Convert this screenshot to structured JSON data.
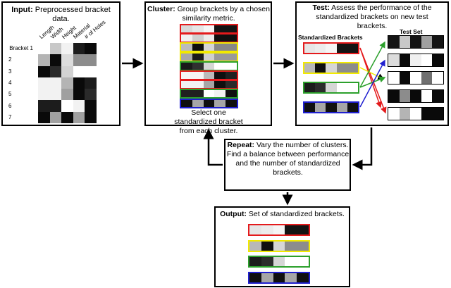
{
  "input": {
    "title": "Input:",
    "text": "Preprocessed bracket data.",
    "columns": [
      "Length",
      "Width",
      "Height",
      "Material",
      "# of Holes"
    ],
    "rows": [
      "Bracket 1",
      "2",
      "3",
      "4",
      "5",
      "6",
      "7"
    ],
    "matrix": [
      [
        "#ffffff",
        "#c8c8c8",
        "#f2f2f2",
        "#1c1c1c",
        "#0a0a0a"
      ],
      [
        "#b4b4b4",
        "#0a0a0a",
        "#dcdcdc",
        "#8c8c8c",
        "#8c8c8c"
      ],
      [
        "#0a0a0a",
        "#2a2a2a",
        "#d2d2d2",
        "#ffffff",
        "#ffffff"
      ],
      [
        "#f2f2f2",
        "#f2f2f2",
        "#b4b4b4",
        "#0a0a0a",
        "#1c1c1c"
      ],
      [
        "#f2f2f2",
        "#f2f2f2",
        "#a0a0a0",
        "#0a0a0a",
        "#2a2a2a"
      ],
      [
        "#1c1c1c",
        "#1c1c1c",
        "#ffffff",
        "#f2f2f2",
        "#0a0a0a"
      ],
      [
        "#0a0a0a",
        "#a0a0a0",
        "#0a0a0a",
        "#a0a0a0",
        "#0a0a0a"
      ]
    ]
  },
  "cluster": {
    "title": "Cluster:",
    "text": "Group brackets by a chosen similarity metric.",
    "footer": "Select one standardized bracket from each cluster.",
    "strips": [
      {
        "color": "#e41a1c",
        "cells": [
          "#d9d9d9",
          "#e6e6e6",
          "#f5f5f5",
          "#141414",
          "#141414"
        ]
      },
      {
        "color": "#e41a1c",
        "cells": [
          "#f0f0f0",
          "#d0d0d0",
          "#ececec",
          "#101010",
          "#101010"
        ]
      },
      {
        "color": "#f2ea00",
        "cells": [
          "#bcbcbc",
          "#0f0f0f",
          "#d6d6d6",
          "#888888",
          "#888888"
        ]
      },
      {
        "color": "#f2ea00",
        "cells": [
          "#a8a8a8",
          "#1a1a1a",
          "#cfcfcf",
          "#9a9a9a",
          "#9a9a9a"
        ]
      },
      {
        "color": "#2ca02c",
        "cells": [
          "#1a1a1a",
          "#303030",
          "#d6d6d6",
          "#ffffff",
          "#ffffff"
        ]
      },
      {
        "color": "#e41a1c",
        "cells": [
          "#f5f5f5",
          "#f5f5f5",
          "#bababa",
          "#0f0f0f",
          "#202020"
        ]
      },
      {
        "color": "#e41a1c",
        "cells": [
          "#f2f2f2",
          "#f2f2f2",
          "#a6a6a6",
          "#0f0f0f",
          "#2a2a2a"
        ]
      },
      {
        "color": "#2ca02c",
        "cells": [
          "#202020",
          "#202020",
          "#ffffff",
          "#f2f2f2",
          "#0f0f0f"
        ]
      },
      {
        "color": "#1f1fd0",
        "cells": [
          "#0f0f0f",
          "#a6a6a6",
          "#0f0f0f",
          "#a6a6a6",
          "#0f0f0f"
        ]
      }
    ]
  },
  "test": {
    "title": "Test:",
    "text": "Assess the performance of the standardized brackets on new test brackets.",
    "standardized_label": "Standardized Brackets",
    "testset_label": "Test Set",
    "standardized": [
      {
        "color": "#e41a1c",
        "cells": [
          "#e6e6e6",
          "#ececec",
          "#f5f5f5",
          "#141414",
          "#141414"
        ]
      },
      {
        "color": "#f2ea00",
        "cells": [
          "#b8b8b8",
          "#101010",
          "#d6d6d6",
          "#8c8c8c",
          "#8c8c8c"
        ]
      },
      {
        "color": "#2ca02c",
        "cells": [
          "#1c1c1c",
          "#2c2c2c",
          "#d6d6d6",
          "#ffffff",
          "#ffffff"
        ]
      },
      {
        "color": "#1f1fd0",
        "cells": [
          "#101010",
          "#a6a6a6",
          "#101010",
          "#a6a6a6",
          "#101010"
        ]
      }
    ],
    "testset": [
      [
        "#141414",
        "#c8c8c8",
        "#141414",
        "#a0a0a0",
        "#141414"
      ],
      [
        "#dcdcdc",
        "#0a0a0a",
        "#f0f0f0",
        "#ffffff",
        "#0a0a0a"
      ],
      [
        "#ffffff",
        "#0a0a0a",
        "#ffffff",
        "#707070",
        "#ffffff"
      ],
      [
        "#0a0a0a",
        "#8c8c8c",
        "#0a0a0a",
        "#ffffff",
        "#0a0a0a"
      ],
      [
        "#ffffff",
        "#b4b4b4",
        "#ffffff",
        "#0a0a0a",
        "#0a0a0a"
      ]
    ]
  },
  "repeat": {
    "title": "Repeat:",
    "text": "Vary the number of clusters. Find a balance between performance and the number of standardized brackets."
  },
  "output": {
    "title": "Output:",
    "text": "Set of standardized brackets."
  }
}
